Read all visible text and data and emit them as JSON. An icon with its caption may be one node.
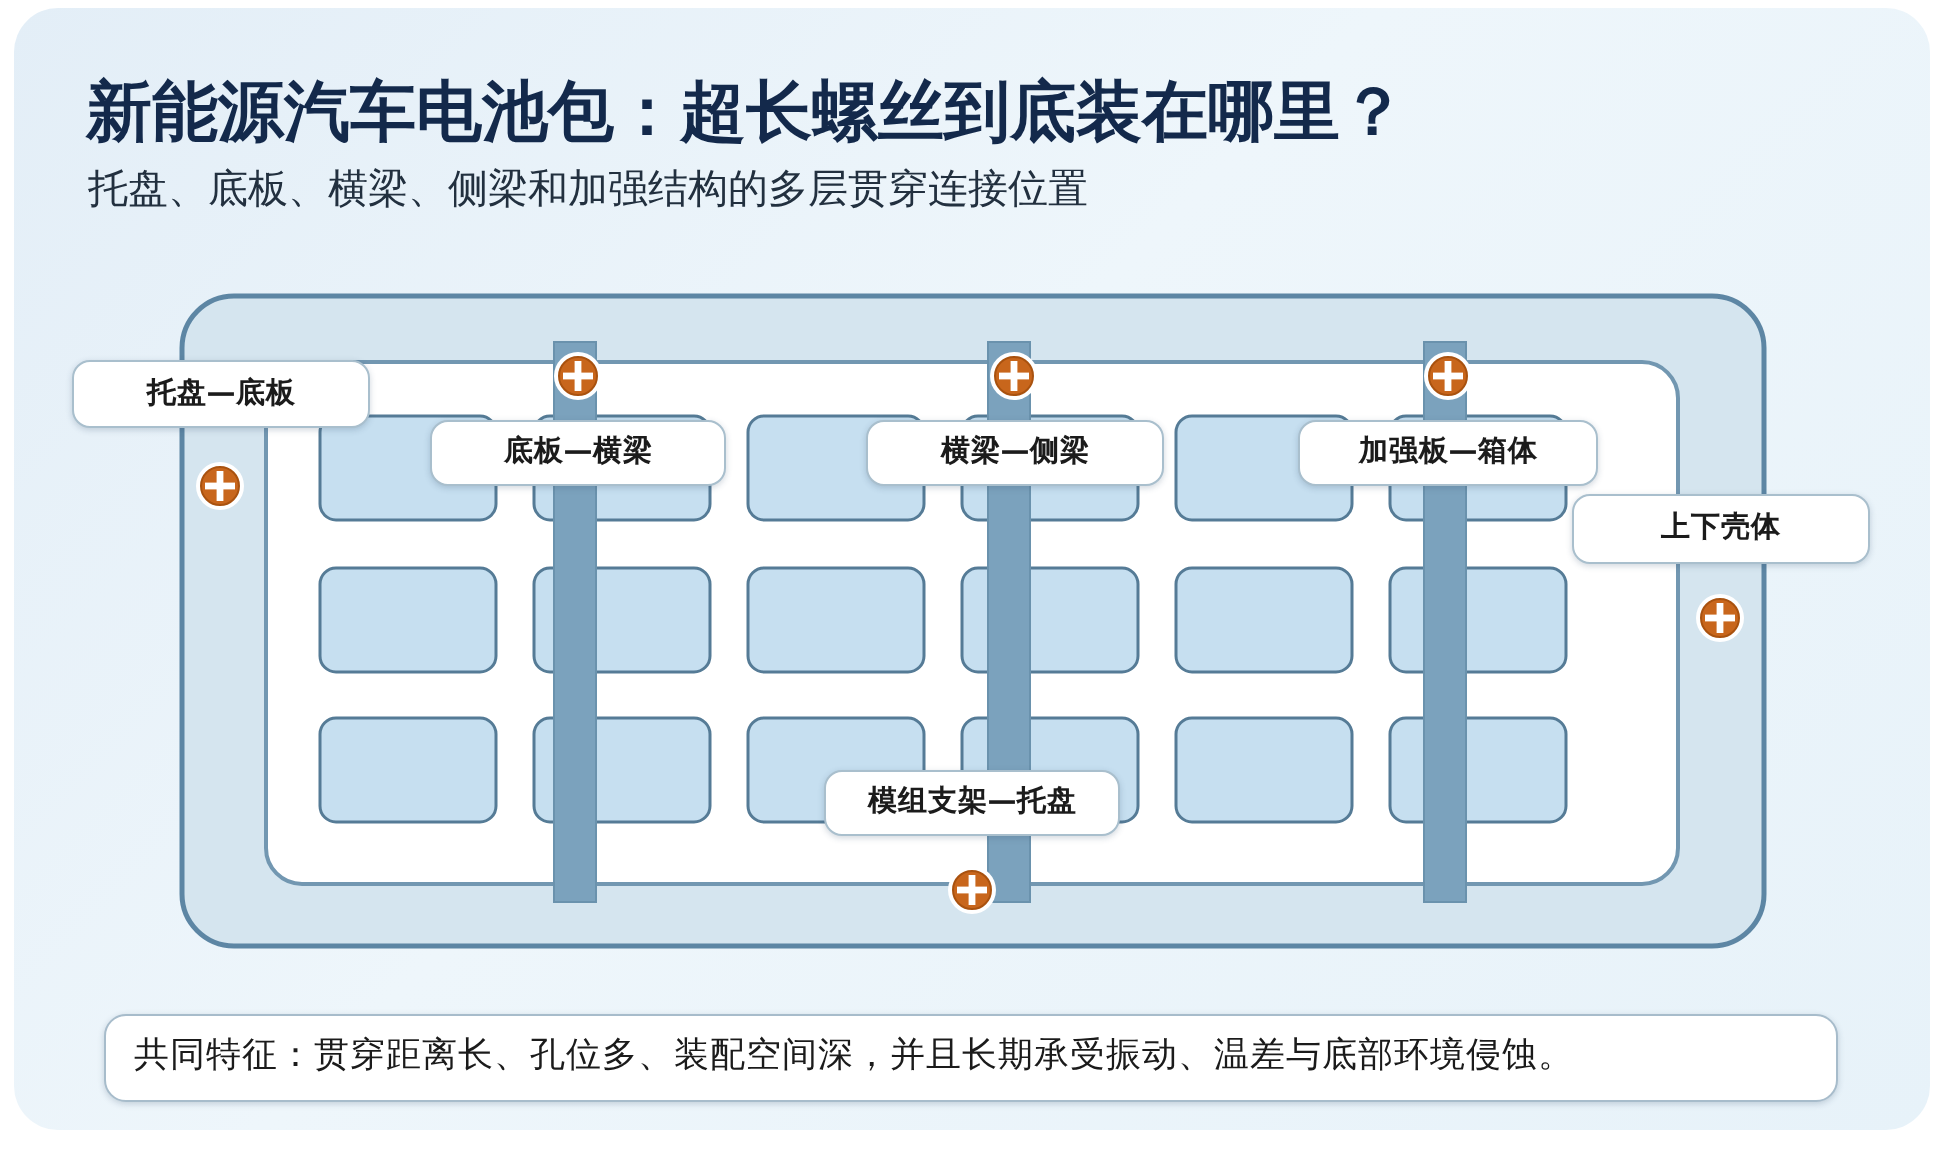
{
  "diagram": {
    "title": "新能源汽车电池包：超长螺丝到底装在哪里？",
    "nodes": [
      {
        "text": [
          "托盘—底板"
        ]
      },
      {
        "text": [
          "底板—横梁"
        ]
      },
      {
        "text": [
          "横梁—侧梁"
        ]
      },
      {
        "text": [
          "加强板—箱体"
        ]
      },
      {
        "text": [
          "上下壳体"
        ]
      },
      {
        "text": [
          "模组支架—托盘"
        ]
      },
      {
        "text": [
          "共同特征：贯穿距离长、孔位多、装配空间深，并且长期承受振动、温差与底部环境侵蚀。"
        ]
      }
    ],
    "labels": [
      "托盘、底板、横梁、侧梁和加强结构的多层贯穿连接位置"
    ]
  }
}
